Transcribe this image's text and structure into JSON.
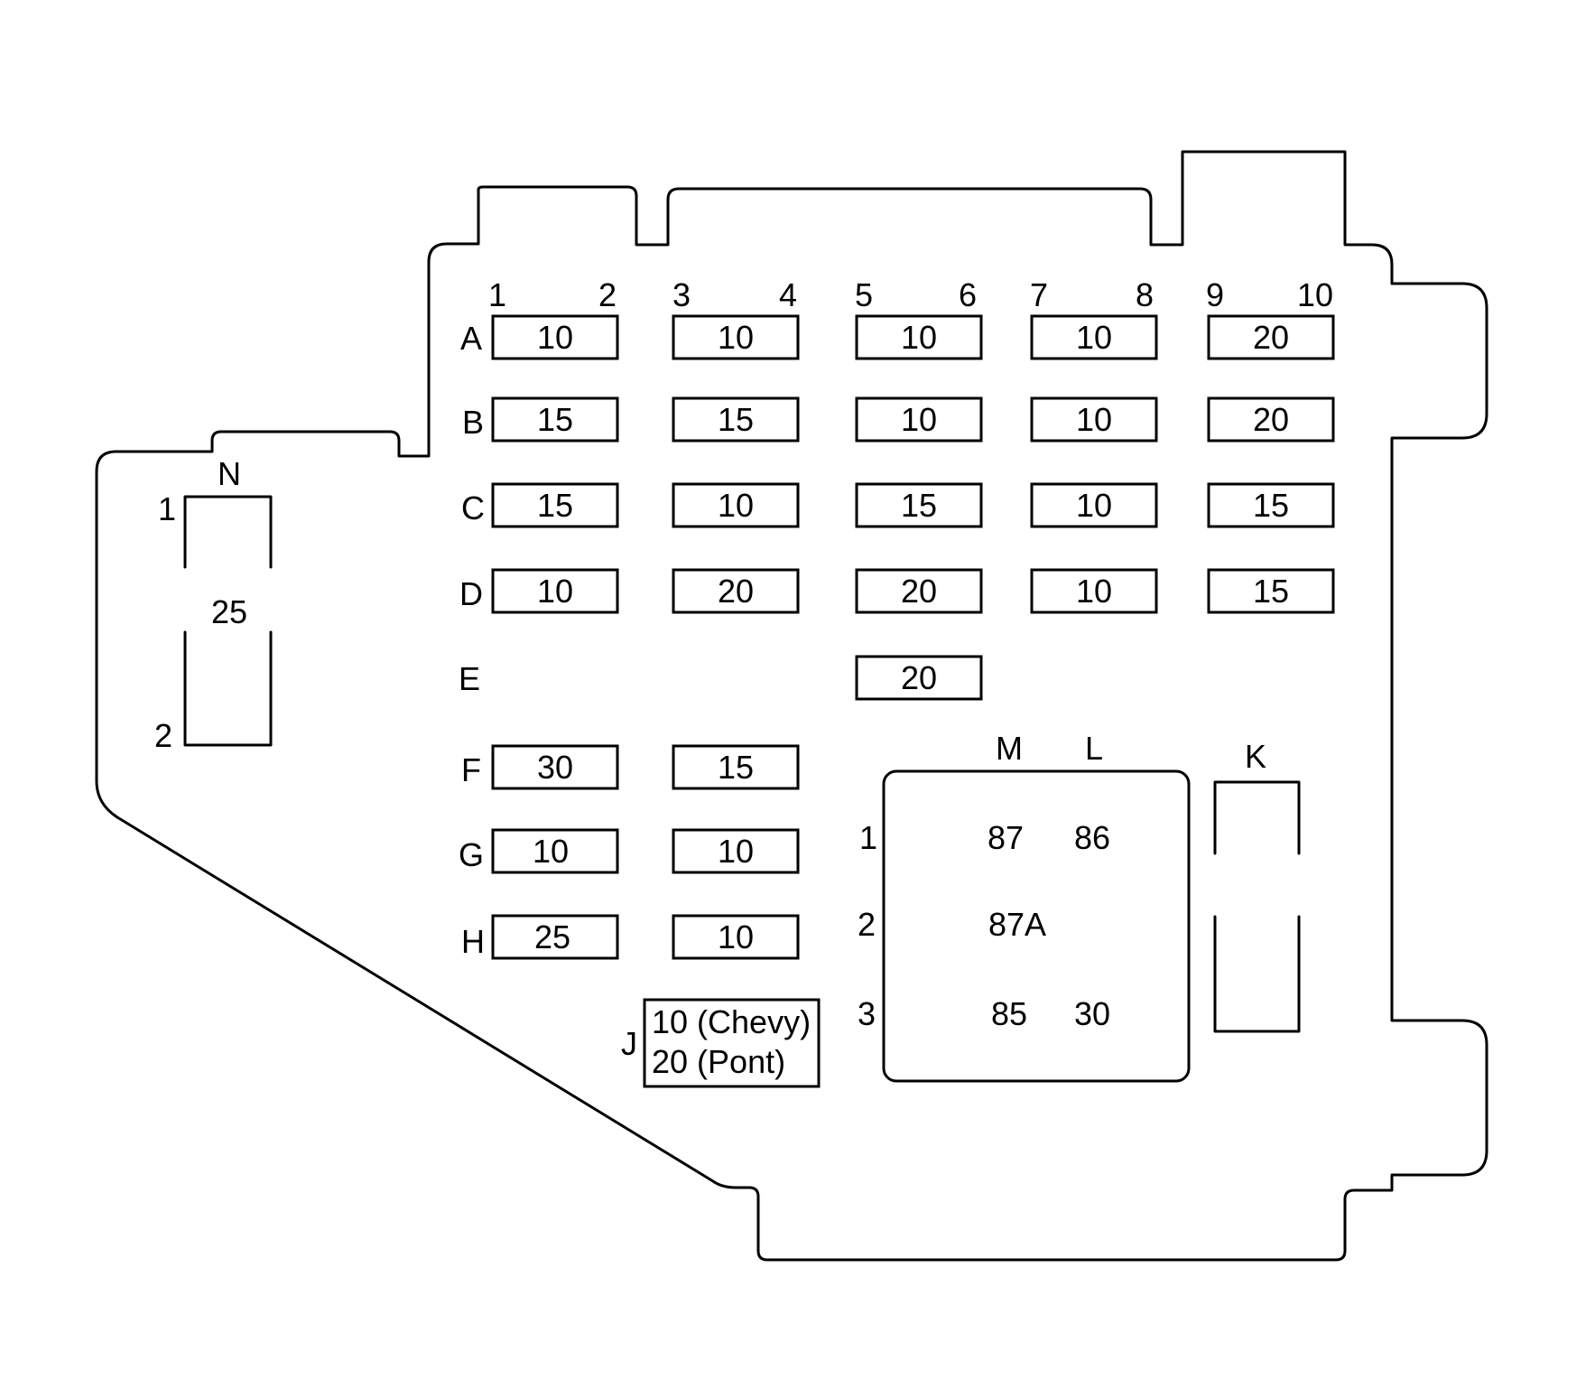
{
  "column_numbers": [
    "1",
    "2",
    "3",
    "4",
    "5",
    "6",
    "7",
    "8",
    "9",
    "10"
  ],
  "rows": [
    {
      "label": "A",
      "fuses": [
        "10",
        "10",
        "10",
        "10",
        "20"
      ]
    },
    {
      "label": "B",
      "fuses": [
        "15",
        "15",
        "10",
        "10",
        "20"
      ]
    },
    {
      "label": "C",
      "fuses": [
        "15",
        "10",
        "15",
        "10",
        "15"
      ]
    },
    {
      "label": "D",
      "fuses": [
        "10",
        "20",
        "20",
        "10",
        "15"
      ]
    },
    {
      "label": "E",
      "fuses": [
        "",
        "",
        "20",
        "",
        ""
      ]
    },
    {
      "label": "F",
      "fuses": [
        "30",
        "15"
      ]
    },
    {
      "label": "G",
      "fuses": [
        "10",
        "10"
      ]
    },
    {
      "label": "H",
      "fuses": [
        "25",
        "10"
      ]
    }
  ],
  "fuse_j": {
    "label": "J",
    "line1": "10 (Chevy)",
    "line2": "20 (Pont)"
  },
  "fuse_n": {
    "label": "N",
    "pin1": "1",
    "pin2": "2",
    "value": "25"
  },
  "relay": {
    "column_labels": [
      "M",
      "L"
    ],
    "row_labels": [
      "1",
      "2",
      "3"
    ],
    "terminals": {
      "m1": "87",
      "l1": "86",
      "m2": "87A",
      "m3": "85",
      "l3": "30"
    }
  },
  "relay_k": {
    "label": "K"
  }
}
